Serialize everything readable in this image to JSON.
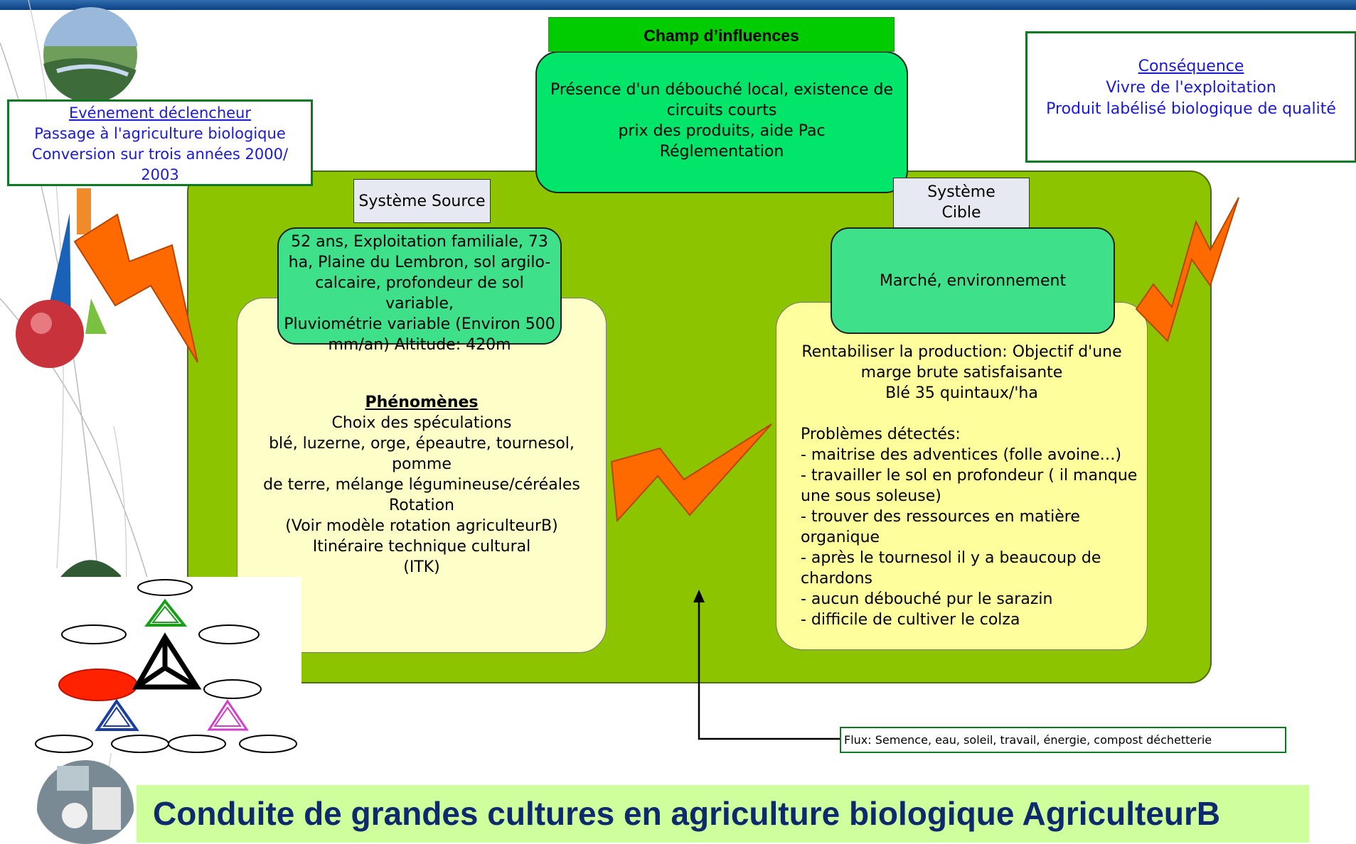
{
  "trigger": {
    "title": "Evénement déclencheur",
    "line1": "Passage à l'agriculture biologique",
    "line2": "Conversion sur trois années 2000/",
    "line3": "2003"
  },
  "influences": {
    "header": "Champ d’influences",
    "line1": "Présence d'un débouché local, existence de",
    "line2": "circuits courts",
    "line3": "prix des produits, aide Pac",
    "line4": "Réglementation"
  },
  "consequence": {
    "title": "Conséquence",
    "line1": "Vivre de l'exploitation",
    "line2": "Produit labélisé biologique de qualité"
  },
  "source_system": {
    "label": "Système Source",
    "info_lines": [
      "52 ans, Exploitation familiale, 73",
      "ha, Plaine du Lembron,  sol argilo-",
      "calcaire, profondeur de sol variable,",
      "Pluviométrie variable (Environ 500",
      "mm/an) Altitude: 420m"
    ]
  },
  "target_system": {
    "label_line1": "Système",
    "label_line2": "Cible",
    "info": "Marché, environnement"
  },
  "phenomenes": {
    "title": "Phénomènes",
    "lines": [
      "Choix des spéculations",
      "blé, luzerne, orge, épeautre, tournesol, pomme",
      "de terre, mélange légumineuse/céréales",
      "Rotation",
      "(Voir modèle rotation agriculteurB)",
      "Itinéraire technique cultural",
      "(ITK)"
    ]
  },
  "objectives": {
    "lines": [
      "Rentabiliser la production: Objectif d'une",
      "marge brute satisfaisante",
      "Blé 35 quintaux/'ha"
    ],
    "problems_title": "Problèmes détectés:",
    "problems": [
      "- maitrise des adventices (folle avoine…)",
      "- travailler le sol en profondeur ( il manque",
      "une sous soleuse)",
      "- trouver des ressources en matière",
      "organique",
      "- après le tournesol il y a beaucoup de",
      "chardons",
      "- aucun débouché pur le sarazin",
      "- difficile de cultiver le colza"
    ]
  },
  "flux": "Flux: Semence, eau, soleil, travail, énergie, compost déchetterie",
  "page_title": "Conduite de grandes cultures en agriculture biologique AgriculteurB",
  "colors": {
    "panel": "#8cc400",
    "influence_header": "#00cc00",
    "influence_body": "#00e56a",
    "lightning": "#ff6a00",
    "title_text": "#0d2a6e",
    "title_band": "#cfff9c"
  }
}
